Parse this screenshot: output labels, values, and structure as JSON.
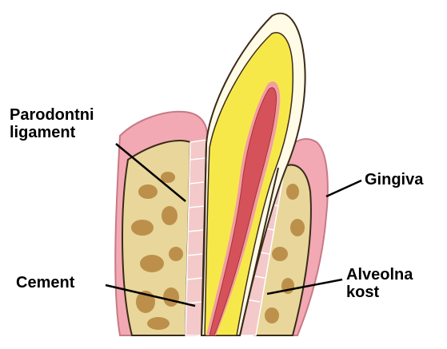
{
  "labels": {
    "periodontal_line1": "Parodontni",
    "periodontal_line2": "ligament",
    "gingiva": "Gingiva",
    "cement": "Cement",
    "alveolar_line1": "Alveolna",
    "alveolar_line2": "kost"
  },
  "colors": {
    "enamel": "#fffbe6",
    "dentin": "#f7e84a",
    "pulp": "#d6525a",
    "pulp_halo": "#f0a0a0",
    "gingiva": "#f2a9b4",
    "ligament": "#f4c9c9",
    "bone": "#e9d69a",
    "bone_spots": "#b5843d",
    "outline": "#3a2a1a",
    "leader": "#000000"
  }
}
